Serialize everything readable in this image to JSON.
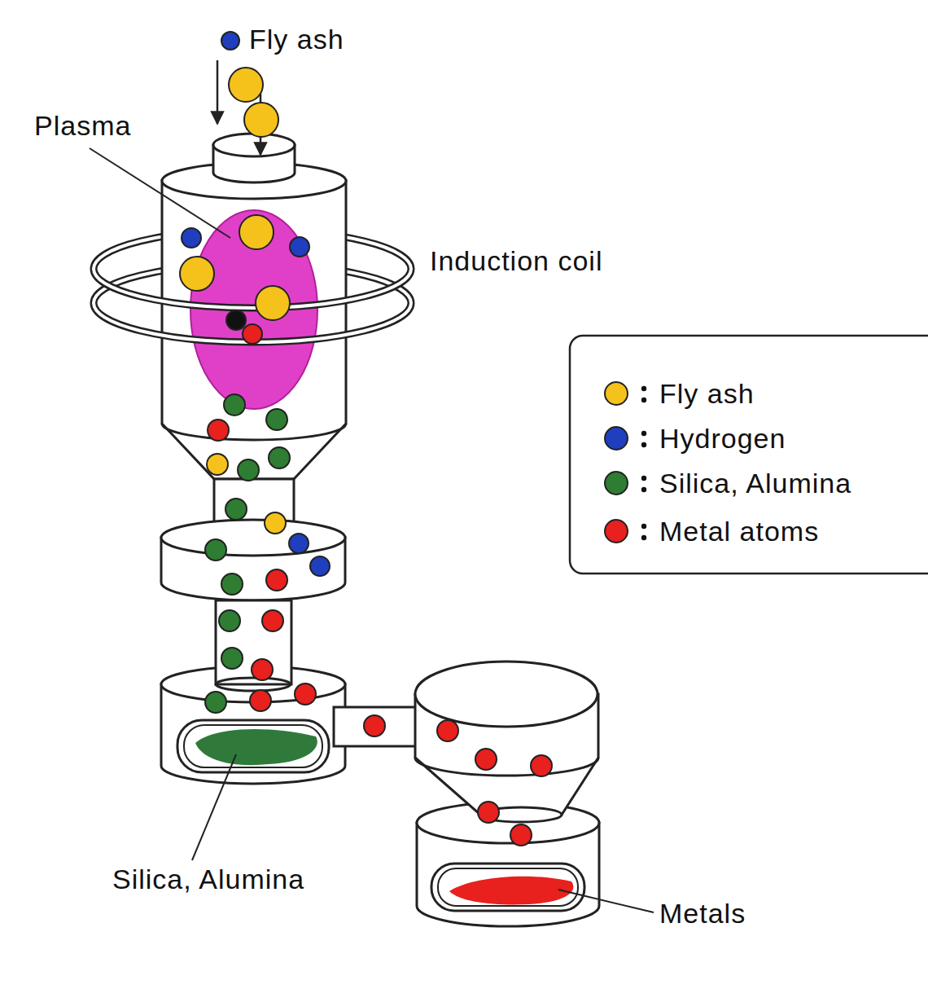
{
  "diagram": {
    "labels": [
      "Fly ash",
      "Plasma",
      "Induction coil",
      "Silica, Alumina",
      "Metals"
    ],
    "legend": [
      {
        "text": "Fly ash",
        "color": "#f5c21b"
      },
      {
        "text": "Hydrogen",
        "color": "#1f3fbf"
      },
      {
        "text": "Silica, Alumina",
        "color": "#2e7d32"
      },
      {
        "text": "Metal atoms",
        "color": "#e8201e"
      }
    ]
  }
}
